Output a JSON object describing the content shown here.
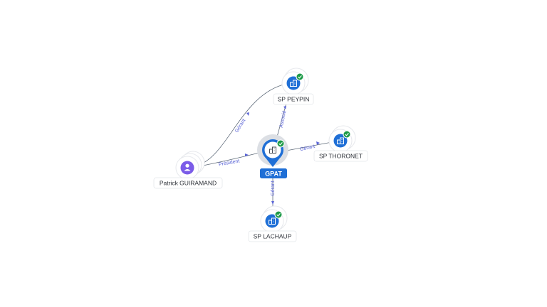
{
  "colors": {
    "company": "#1f6fd6",
    "person": "#7b5ce8",
    "verified": "#1d9a48",
    "edge_label": "#5a64d6"
  },
  "nodes": {
    "patrick": {
      "label": "Patrick GUIRAMAND",
      "icon": "person-icon"
    },
    "gpat": {
      "label": "GPAT",
      "icon": "building-icon"
    },
    "peypin": {
      "label": "SP PEYPIN",
      "icon": "building-icon",
      "badge": "check-icon"
    },
    "thoronet": {
      "label": "SP THORONET",
      "icon": "building-icon",
      "badge": "check-icon"
    },
    "lachaup": {
      "label": "SP LACHAUP",
      "icon": "building-icon",
      "badge": "check-icon"
    }
  },
  "edges": {
    "patrick_gpat": {
      "label": "Président"
    },
    "patrick_peypin": {
      "label": "Gérant"
    },
    "gpat_peypin": {
      "label": "Associé"
    },
    "gpat_thoronet": {
      "label": "Gérant"
    },
    "gpat_lachaup": {
      "label": "Gérant"
    }
  }
}
